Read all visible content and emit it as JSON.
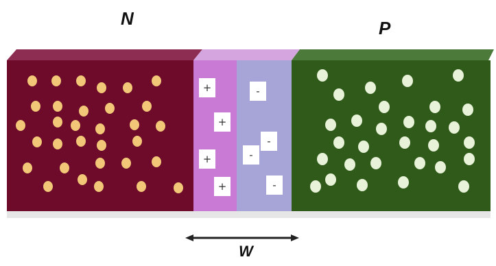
{
  "labels": {
    "n_region": "N",
    "p_region": "P",
    "width": "W"
  },
  "colors": {
    "n_region": "#6e0b2b",
    "n_region_top": "#8e2d52",
    "depletion_left": "#c97ad4",
    "depletion_right": "#a7a5d8",
    "depletion_top": "#d5a5e0",
    "p_region": "#2f5a1a",
    "p_region_top": "#4c7a3a",
    "electron_dot": "#f2c777",
    "hole_dot": "#e8f2d8"
  },
  "signs": {
    "positive": "+",
    "negative": "-"
  }
}
